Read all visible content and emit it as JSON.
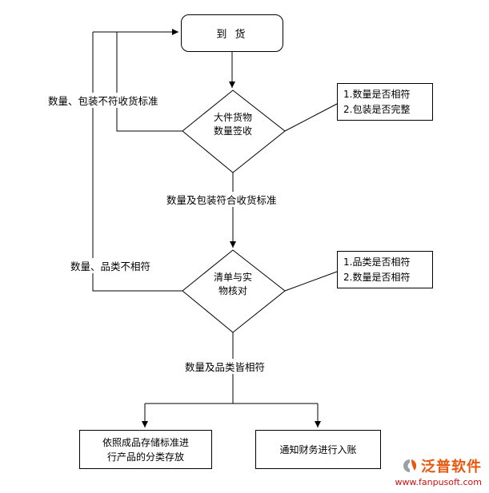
{
  "flowchart": {
    "start_label": "到 货",
    "decision1": {
      "line1": "大件货物",
      "line2": "数量签收"
    },
    "criteria1": {
      "line1": "1.数量是否相符",
      "line2": "2.包装是否完整"
    },
    "reject1_label": "数量、包装不符收货标准",
    "pass1_label": "数量及包装符合收货标准",
    "decision2": {
      "line1": "清单与实",
      "line2": "物核对"
    },
    "criteria2": {
      "line1": "1.品类是否相符",
      "line2": "2.数量是否相符"
    },
    "reject2_label": "数量、品类不相符",
    "pass2_label": "数量及品类皆相符",
    "action_left": {
      "line1": "依照成品存储标准进",
      "line2": "行产品的分类存放"
    },
    "action_right_label": "通知财务进行入账"
  },
  "branding": {
    "logo_text": "泛普软件",
    "website": "www.fanpusoft.com",
    "logo_color": "#e8570e",
    "website_color": "#d01111"
  }
}
